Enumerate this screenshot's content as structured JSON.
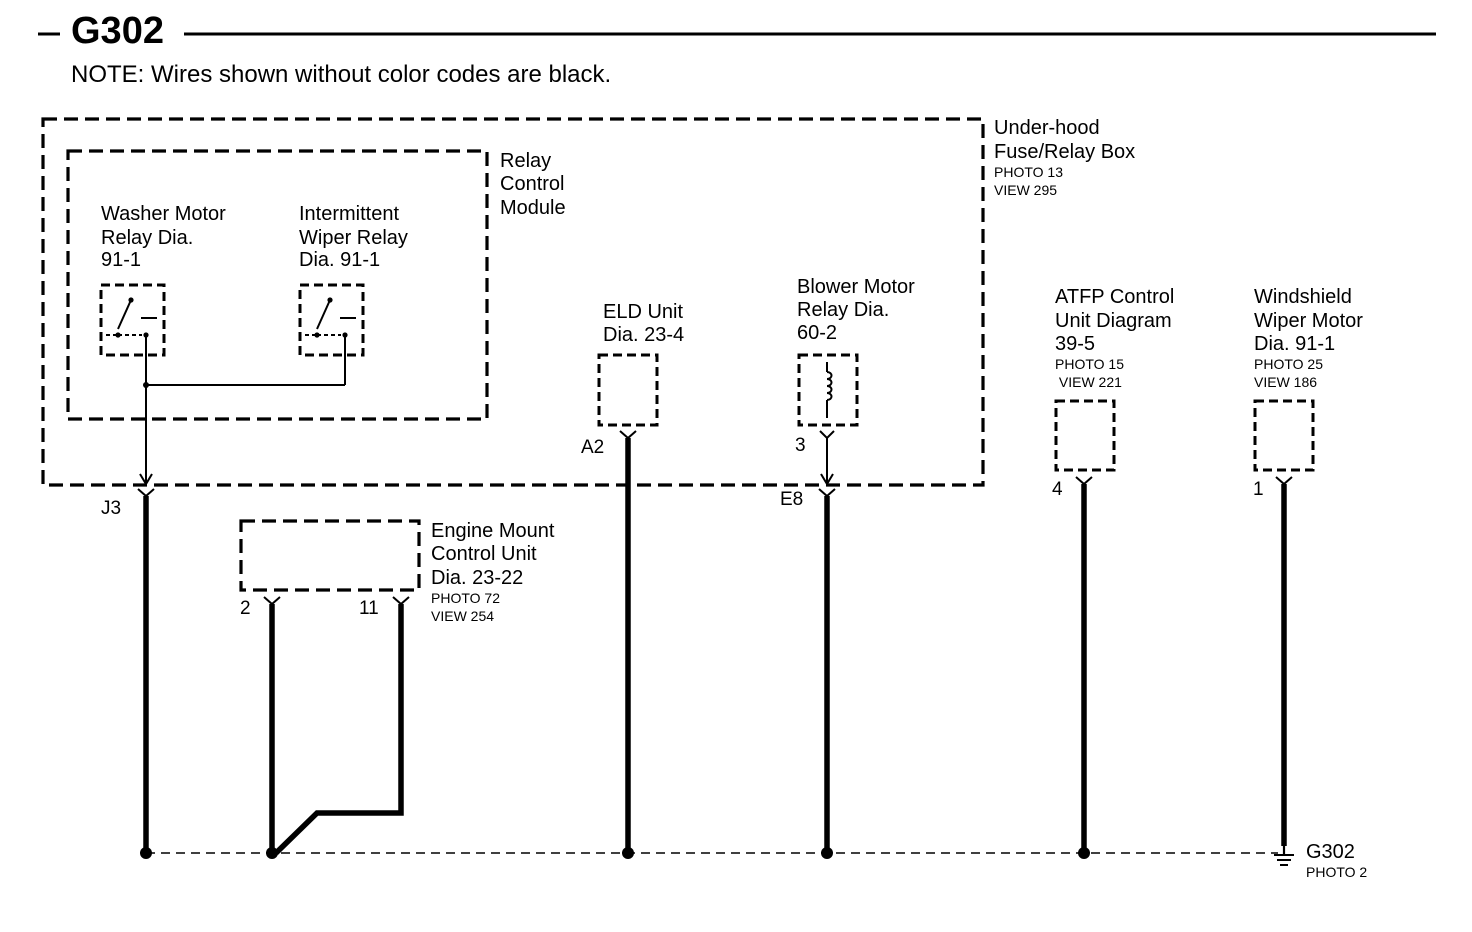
{
  "header": {
    "title": "G302",
    "note": "NOTE: Wires shown without color codes are black."
  },
  "underhood_box": {
    "lines": [
      "Under-hood",
      "Fuse/Relay Box"
    ],
    "photo": "PHOTO 13",
    "view": "VIEW 295"
  },
  "relay_control_module": {
    "lines": [
      "Relay",
      "Control",
      "Module"
    ]
  },
  "washer_relay": {
    "lines": [
      "Washer Motor",
      "Relay Dia.",
      "91-1"
    ]
  },
  "intermittent_relay": {
    "lines": [
      "Intermittent",
      "Wiper Relay",
      "Dia. 91-1"
    ]
  },
  "eld_unit": {
    "lines": [
      "ELD Unit",
      "Dia. 23-4"
    ],
    "pin": "A2"
  },
  "blower_relay": {
    "lines": [
      "Blower Motor",
      "Relay Dia.",
      "60-2"
    ],
    "pin": "3",
    "box_pin": "E8"
  },
  "atfp_unit": {
    "lines": [
      "ATFP Control",
      "Unit Diagram",
      "39-5"
    ],
    "photo": "PHOTO 15",
    "view": " VIEW 221",
    "pin": "4"
  },
  "wiper_motor": {
    "lines": [
      "Windshield",
      "Wiper Motor",
      "Dia. 91-1"
    ],
    "photo": "PHOTO 25",
    "view": "VIEW 186",
    "pin": "1"
  },
  "engine_mount": {
    "lines": [
      "Engine Mount",
      "Control Unit",
      "Dia. 23-22"
    ],
    "photo": "PHOTO 72",
    "view": "VIEW 254",
    "pin_a": "2",
    "pin_b": "11"
  },
  "box_pin_j3": "J3",
  "ground": {
    "label": "G302",
    "photo": "PHOTO 2"
  }
}
